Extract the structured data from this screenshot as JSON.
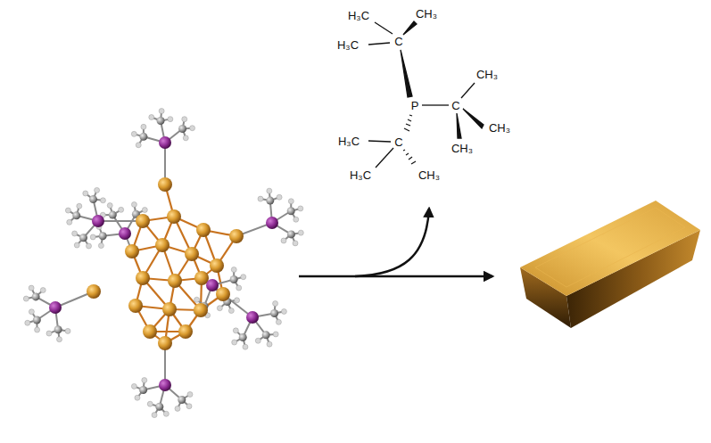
{
  "diagram": {
    "labels": [
      "H₃C",
      "CH₃",
      "H₃C",
      "C",
      "P",
      "C",
      "CH₃",
      "CH₃",
      "CH₃",
      "H₃C",
      "C",
      "H₃C",
      "CH₃"
    ]
  }
}
